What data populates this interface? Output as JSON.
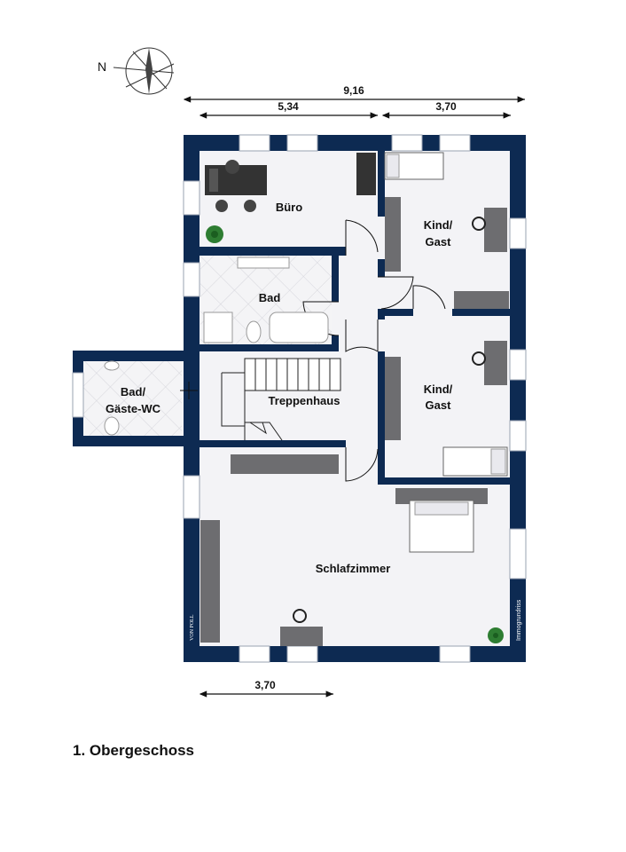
{
  "compass": {
    "label": "N"
  },
  "dimensions": {
    "total_width": "9,16",
    "left_width": "5,34",
    "right_width": "3,70",
    "bottom_width": "3,70"
  },
  "rooms": {
    "buero": "Büro",
    "kind_gast_1_line1": "Kind/",
    "kind_gast_1_line2": "Gast",
    "bad": "Bad",
    "bad_gaeste_line1": "Bad/",
    "bad_gaeste_line2": "Gäste-WC",
    "treppenhaus": "Treppenhaus",
    "kind_gast_2_line1": "Kind/",
    "kind_gast_2_line2": "Gast",
    "schlafzimmer": "Schlafzimmer"
  },
  "watermarks": {
    "logo_text": "VON POLL",
    "credit": "Immogrundriss"
  },
  "floor_title": "1. Obergeschoss",
  "colors": {
    "wall": "#0d2a52",
    "floor": "#f3f3f6",
    "tile": "#ececef",
    "dim": "#111111"
  }
}
